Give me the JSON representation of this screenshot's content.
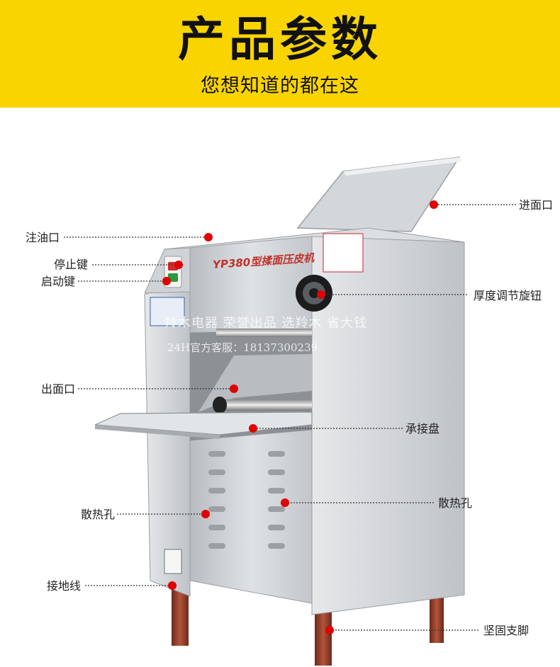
{
  "header": {
    "title": "产品参数",
    "subtitle": "您想知道的都在这"
  },
  "machine": {
    "model_plate": "YP380型揉面压皮机",
    "watermark_line1": "羚木电器 荣誉出品 选羚木 省大钱",
    "watermark_line2": "24H官方客服：18137300239"
  },
  "callouts": {
    "feed_inlet": "进面口",
    "oil_port": "注油口",
    "stop_key": "停止键",
    "start_key": "启动键",
    "thickness_knob": "厚度调节旋钮",
    "outlet": "出面口",
    "tray": "承接盘",
    "vent_left": "散热孔",
    "vent_right": "散热孔",
    "ground_wire": "接地线",
    "feet": "坚固支脚"
  },
  "colors": {
    "banner": "#f9d400",
    "marker": "#e00000",
    "steel": "#c9cdd1"
  }
}
